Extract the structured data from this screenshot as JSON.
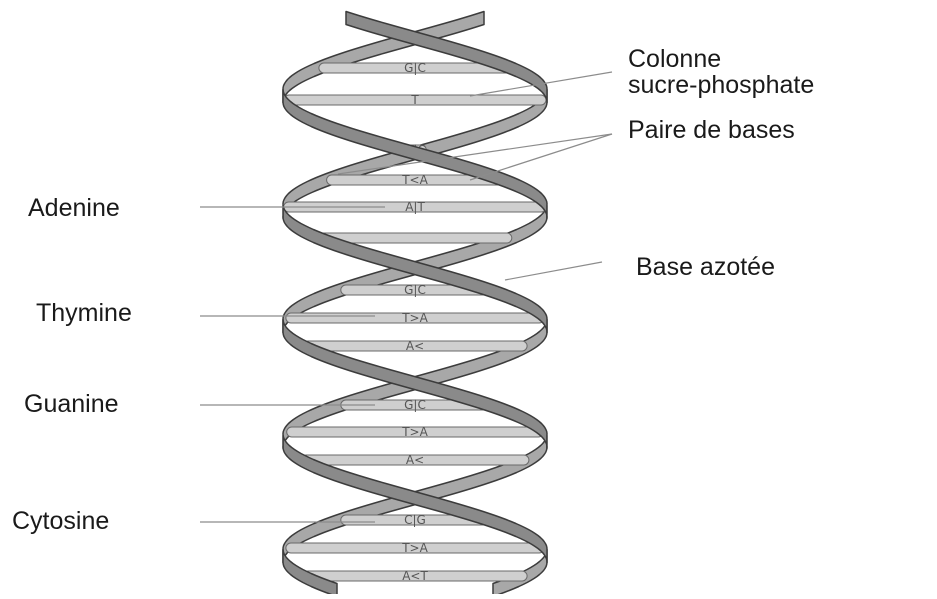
{
  "labels": {
    "backbone": [
      "Colonne",
      "sucre-phosphate"
    ],
    "base_pair": "Paire de bases",
    "nitrogen_base": "Base azotée",
    "adenine": "Adenine",
    "thymine": "Thymine",
    "guanine": "Guanine",
    "cytosine": "Cytosine"
  },
  "pairs": [
    "G|C",
    "T",
    "G|C",
    "T<A",
    "A|T",
    "",
    "G|C",
    "T>A",
    "A<",
    "G|C",
    "T>A",
    "A<",
    "C|G",
    "T>A",
    "A<T"
  ],
  "colors": {
    "strand_fill": "#8a8a8a",
    "strand_stroke": "#3c3c3c",
    "rung_fill": "#cfcfcf",
    "rung_stroke": "#6a6a6a",
    "leader_line": "#8c8c8c"
  }
}
